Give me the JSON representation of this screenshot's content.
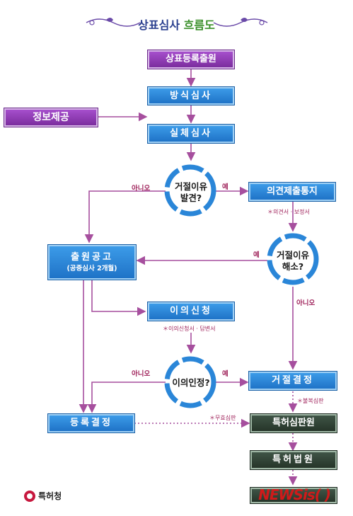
{
  "title": {
    "part1": "상표심사",
    "part2": "흐름도"
  },
  "nodes": {
    "trademark_application": "상표등록출원",
    "formality_exam": "방식심사",
    "info_provision": "정보제공",
    "substantive_exam": "실체심사",
    "rejection_reason_found": "거절이유\n발견?",
    "opinion_notice": "의견제출통지",
    "rejection_resolved": "거절이유\n해소?",
    "publication": "출원공고",
    "publication_sub": "(공중심사 2개월)",
    "opposition": "이의신청",
    "opposition_accepted": "이의인정?",
    "refusal_decision": "거절결정",
    "registration_decision": "등록결정",
    "ip_tribunal": "특허심판원",
    "patent_court": "특허법원"
  },
  "labels": {
    "no_1": "아니오",
    "yes_1": "예",
    "yes_2": "예",
    "no_2": "아니오",
    "no_3": "아니오",
    "yes_3": "예"
  },
  "notes": {
    "opinion_docs": "＊의견서 · 보정서",
    "opposition_docs": "＊이의신청서 · 답변서",
    "appeal_refusal": "＊불복심판",
    "invalidation": "＊무효심판"
  },
  "footer": {
    "logo_text": "특허청",
    "watermark": "NEWSis( )"
  },
  "colors": {
    "purple": "#8a3aae",
    "blue": "#2a86d8",
    "green": "#2f4234",
    "arrow": "#a64f9e",
    "ring": "#2a86d8"
  }
}
